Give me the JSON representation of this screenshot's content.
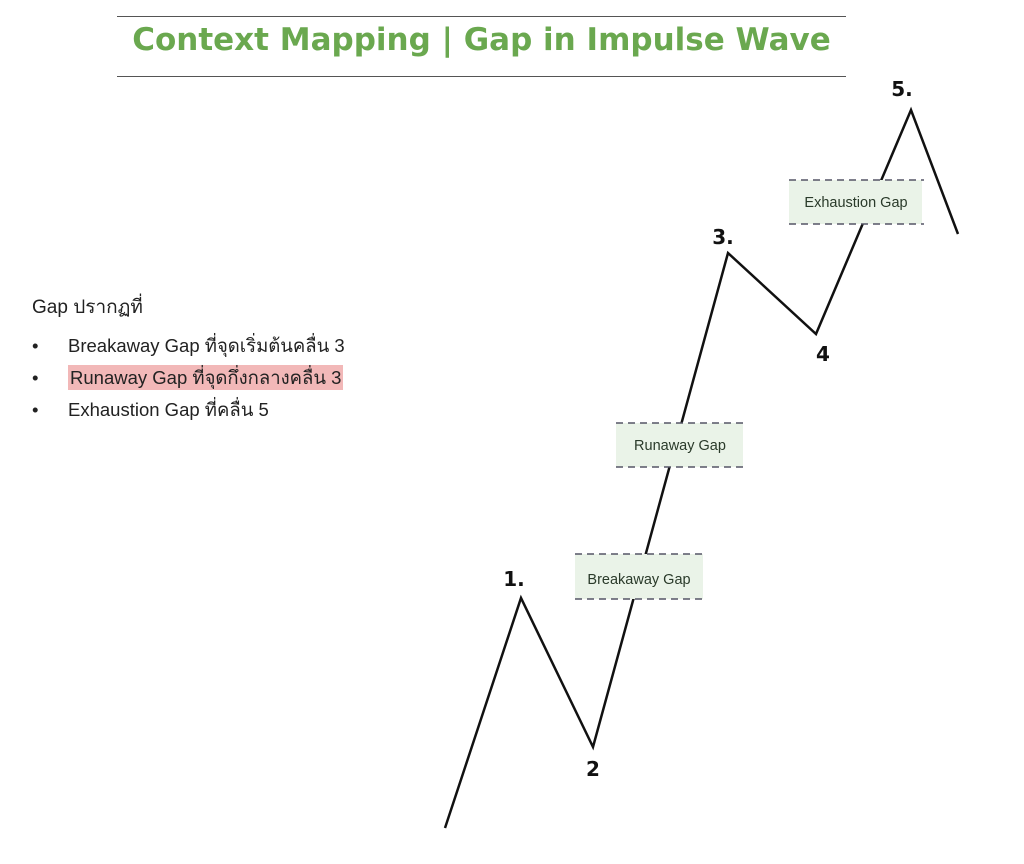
{
  "title": "Context Mapping | Gap in Impulse Wave",
  "intro": "Gap ปรากฏที่",
  "bullets": [
    {
      "text": "Breakaway Gap ที่จุดเริ่มต้นคลื่น 3",
      "highlighted": false
    },
    {
      "text": "Runaway Gap ที่จุดกึ่งกลางคลื่น 3",
      "highlighted": true
    },
    {
      "text": "Exhaustion Gap ที่คลื่น 5",
      "highlighted": false
    }
  ],
  "bullet_symbol": "•",
  "wave_labels": [
    "1.",
    "2",
    "3.",
    "4",
    "5."
  ],
  "gaps": [
    "Breakaway Gap",
    "Runaway Gap",
    "Exhaustion Gap"
  ],
  "colors": {
    "title": "#6aa84f",
    "highlight": "#f2b8b8",
    "gap_fill": "#eaf3e8"
  }
}
